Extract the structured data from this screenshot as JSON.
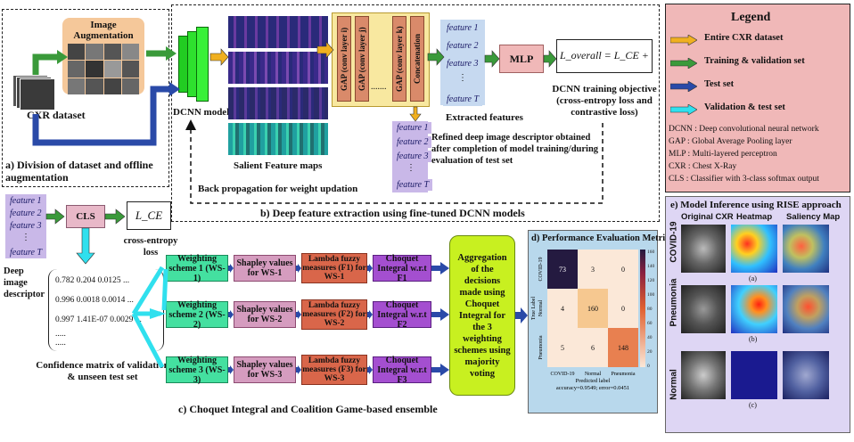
{
  "section_a": {
    "caption": "a) Division of dataset and offline augmentation",
    "image_augmentation": "Image Augmentation",
    "cxr_dataset": "CXR dataset"
  },
  "section_b": {
    "caption": "b) Deep feature extraction using fine-tuned DCNN models",
    "dcnn_model": "DCNN model",
    "salient_maps": "Salient Feature maps",
    "gap1": "GAP (conv layer i)",
    "gap2": "GAP (conv layer j)",
    "dots": ".......",
    "gapk": "GAP (conv layer k)",
    "concat": "Concatenation",
    "features": [
      "feature 1",
      "feature 2",
      "feature 3",
      "feature T"
    ],
    "extracted": "Extracted features",
    "mlp": "MLP",
    "loss_formula": "L_overall = L_CE + αL_con",
    "objective": "DCNN training objective (cross-entropy loss and contrastive loss)",
    "refined": "Refined deep image descriptor obtained after completion of model training/during evaluation of test set",
    "backprop": "Back propagation for weight updation"
  },
  "legend": {
    "title": "Legend",
    "items": [
      "Entire CXR dataset",
      "Training & validation set",
      "Test set",
      "Validation & test set"
    ],
    "abbrev": [
      "DCNN : Deep convolutional neural  network",
      "GAP : Global Average Pooling layer",
      "MLP : Multi-layered perceptron",
      "CXR : Chest X-Ray",
      "CLS   : Classifier with 3-class softmax output"
    ],
    "colors": {
      "orange": "#f0b020",
      "green": "#3a9a3a",
      "blue": "#2a4aa8",
      "cyan": "#30e0ee"
    }
  },
  "section_c": {
    "caption": "c) Choquet Integral and Coalition Game-based ensemble",
    "features": [
      "feature 1",
      "feature 2",
      "feature 3",
      "feature T"
    ],
    "cls": "CLS",
    "lce": "L_CE",
    "ce_loss": "cross-entropy loss",
    "descriptor": "Deep image descriptor",
    "matrix_rows": [
      "0.782  0.204   0.0125 ...",
      "0.996 0.0018   0.0014 ...",
      "0.997 1.41E-07 0.0029 ...",
      ".....",
      "....."
    ],
    "confidence": "Confidence matrix of validation & unseen test set",
    "weighting": [
      "Weighting scheme 1 (WS-1)",
      "Weighting scheme 2 (WS-2)",
      "Weighting scheme 3 (WS-3)"
    ],
    "shapley": [
      "Shapley values for WS-1",
      "Shapley values for WS-2",
      "Shapley values for WS-3"
    ],
    "lambda": [
      "Lambda fuzzy measures (F1) for WS-1",
      "Lambda fuzzy measures (F2) for WS-2",
      "Lambda fuzzy measures (F3) for WS-3"
    ],
    "choquet": [
      "Choquet Integral w.r.t F1",
      "Choquet Integral w.r.t F2",
      "Choquet Integral w.r.t F3"
    ],
    "aggregation": "Aggregation of the decisions made using Choquet Integral for the 3 weighting schemes using majority voting"
  },
  "section_d": {
    "title": "d) Performance Evaluation Metrics",
    "classes": [
      "COVID-19",
      "Normal",
      "Pneumonia"
    ],
    "matrix": [
      [
        73,
        3,
        0
      ],
      [
        4,
        160,
        0
      ],
      [
        5,
        6,
        148
      ]
    ],
    "ylabel": "True Label",
    "xlabel": "Predicted label",
    "footer": "accuracy=0.9549; error=0.0451",
    "colorbar_ticks": [
      "160",
      "140",
      "120",
      "100",
      "80",
      "60",
      "40",
      "20",
      "0"
    ]
  },
  "section_e": {
    "title": "e) Model Inference using RISE approach",
    "columns": [
      "Original CXR",
      "Heatmap",
      "Saliency Map"
    ],
    "rows": [
      "COVID-19",
      "Pneumonia",
      "Normal"
    ],
    "sublabels": [
      "(a)",
      "(b)",
      "(c)"
    ]
  }
}
